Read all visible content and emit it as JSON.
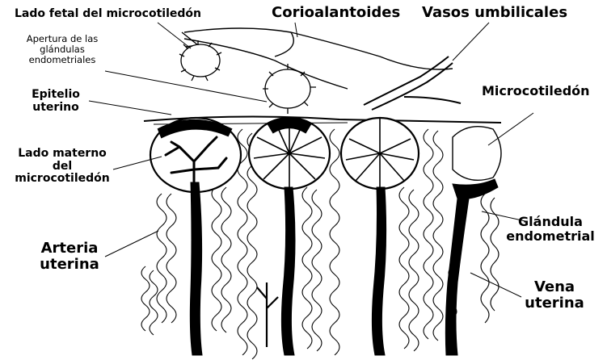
{
  "labels": {
    "fetal_side": "Lado fetal del microcotiledón",
    "chorioallantois": "Corioalantoides",
    "umbilical_vessels": "Vasos umbilicales",
    "gland_openings": [
      "Apertura de las",
      "glándulas",
      "endometriales"
    ],
    "uterine_epithelium": [
      "Epitelio",
      "uterino"
    ],
    "microcotyledon": "Microcotiledón",
    "maternal_side": [
      "Lado materno",
      "del",
      "microcotiledón"
    ],
    "endometrial_gland": [
      "Glándula",
      "endometrial"
    ],
    "uterine_artery": [
      "Arteria",
      "uterina"
    ],
    "uterine_vein": [
      "Vena",
      "uterina"
    ]
  }
}
